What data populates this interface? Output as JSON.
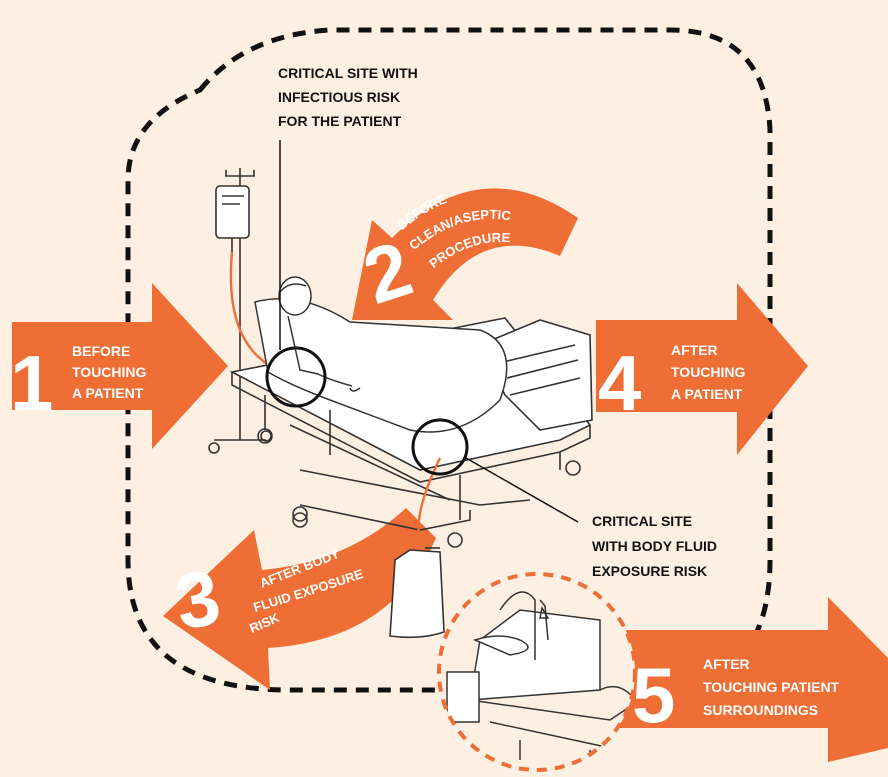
{
  "colors": {
    "accent": "#ee6e35",
    "background": "#fdf0e3",
    "line": "#111111"
  },
  "icons": [
    "iv-bag-icon",
    "hospital-bed-icon",
    "patient-icon",
    "drainage-bag-icon"
  ],
  "callouts": {
    "site_infectious": [
      "CRITICAL SITE WITH",
      "INFECTIOUS RISK",
      "FOR THE PATIENT"
    ],
    "site_body_fluid": [
      "CRITICAL SITE",
      "WITH BODY FLUID",
      "EXPOSURE RISK"
    ]
  },
  "moments": [
    {
      "number": "1",
      "lines": [
        "BEFORE",
        "TOUCHING",
        "A PATIENT"
      ]
    },
    {
      "number": "2",
      "lines": [
        "BEFORE",
        "CLEAN/ASEPTIC",
        "PROCEDURE"
      ]
    },
    {
      "number": "3",
      "lines": [
        "AFTER BODY",
        "FLUID EXPOSURE",
        "RISK"
      ]
    },
    {
      "number": "4",
      "lines": [
        "AFTER",
        "TOUCHING",
        "A PATIENT"
      ]
    },
    {
      "number": "5",
      "lines": [
        "AFTER",
        "TOUCHING PATIENT",
        "SURROUNDINGS"
      ]
    }
  ]
}
